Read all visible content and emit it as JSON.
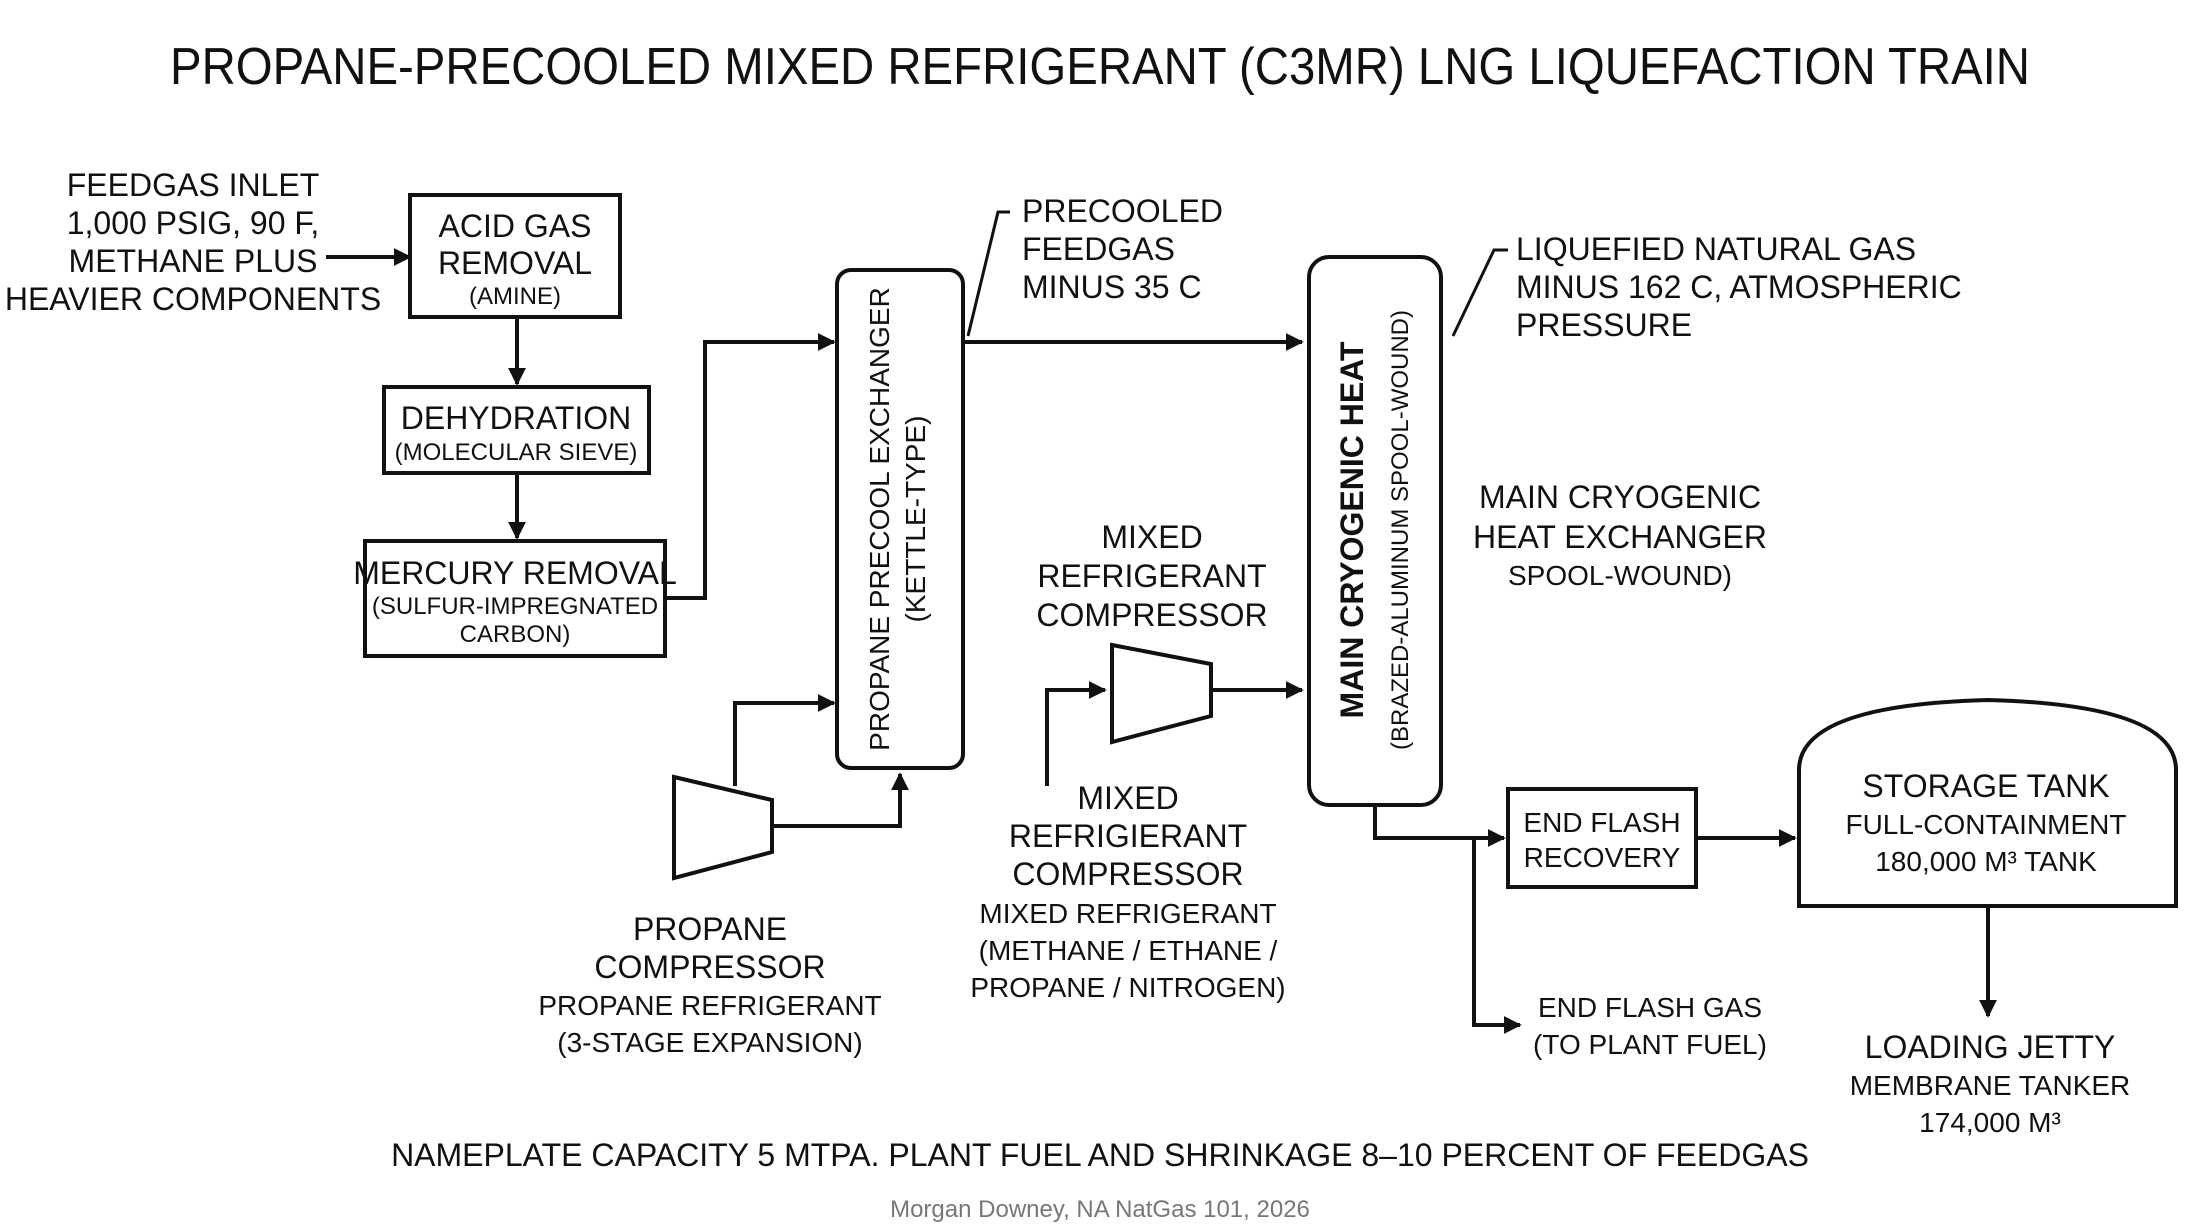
{
  "title": "PROPANE-PRECOOLED MIXED REFRIGERANT (C3MR) LNG LIQUEFACTION TRAIN",
  "feedgas": {
    "line1": "FEEDGAS INLET",
    "line2": "1,000 PSIG, 90 F,",
    "line3": "METHANE PLUS",
    "line4": "HEAVIER COMPONENTS"
  },
  "acid_gas": {
    "line1": "ACID GAS",
    "line2": "REMOVAL",
    "line3": "(AMINE)"
  },
  "dehydration": {
    "line1": "DEHYDRATION",
    "line2": "(MOLECULAR SIEVE)"
  },
  "mercury": {
    "line1": "MERCURY REMOVAL",
    "line2": "(SULFUR-IMPREGNATED",
    "line3": "CARBON)"
  },
  "precool_exchanger": {
    "line1": "PROPANE PRECOOL EXCHANGER",
    "line2": "(KETTLE-TYPE)"
  },
  "precooled_feedgas": {
    "line1": "PRECOOLED",
    "line2": "FEEDGAS",
    "line3": "MINUS 35 C"
  },
  "propane_compressor": {
    "line1": "PROPANE",
    "line2": "COMPRESSOR",
    "line3": "PROPANE REFRIGERANT",
    "line4": "(3-STAGE EXPANSION)"
  },
  "mr_compressor_top": {
    "line1": "MIXED",
    "line2": "REFRIGERANT",
    "line3": "COMPRESSOR"
  },
  "mr_compressor_bottom": {
    "line1": "MIXED",
    "line2": "REFRIGIERANT",
    "line3": "COMPRESSOR",
    "line4": "MIXED REFRIGERANT",
    "line5": "(METHANE / ETHANE /",
    "line6": "PROPANE / NITROGEN)"
  },
  "mche": {
    "line1": "MAIN CRYOGENIC HEAT",
    "line2": "(BRAZED-ALUMINUM SPOOL-WOUND)"
  },
  "mche_label": {
    "line1": "MAIN CRYOGENIC",
    "line2": "HEAT EXCHANGER",
    "line3": "SPOOL-WOUND)"
  },
  "lng": {
    "line1": "LIQUEFIED NATURAL GAS",
    "line2": "MINUS 162 C, ATMOSPHERIC",
    "line3": "PRESSURE"
  },
  "end_flash": {
    "line1": "END FLASH",
    "line2": "RECOVERY"
  },
  "end_flash_gas": {
    "line1": "END FLASH GAS",
    "line2": "(TO PLANT FUEL)"
  },
  "storage_tank": {
    "line1": "STORAGE TANK",
    "line2": "FULL-CONTAINMENT",
    "line3": "180,000 M³ TANK"
  },
  "loading_jetty": {
    "line1": "LOADING JETTY",
    "line2": "MEMBRANE TANKER",
    "line3": "174,000 M³"
  },
  "footnote": "NAMEPLATE CAPACITY 5 MTPA. PLANT FUEL AND SHRINKAGE 8–10 PERCENT OF FEEDGAS",
  "credit": "Morgan Downey, NA NatGas 101, 2026"
}
